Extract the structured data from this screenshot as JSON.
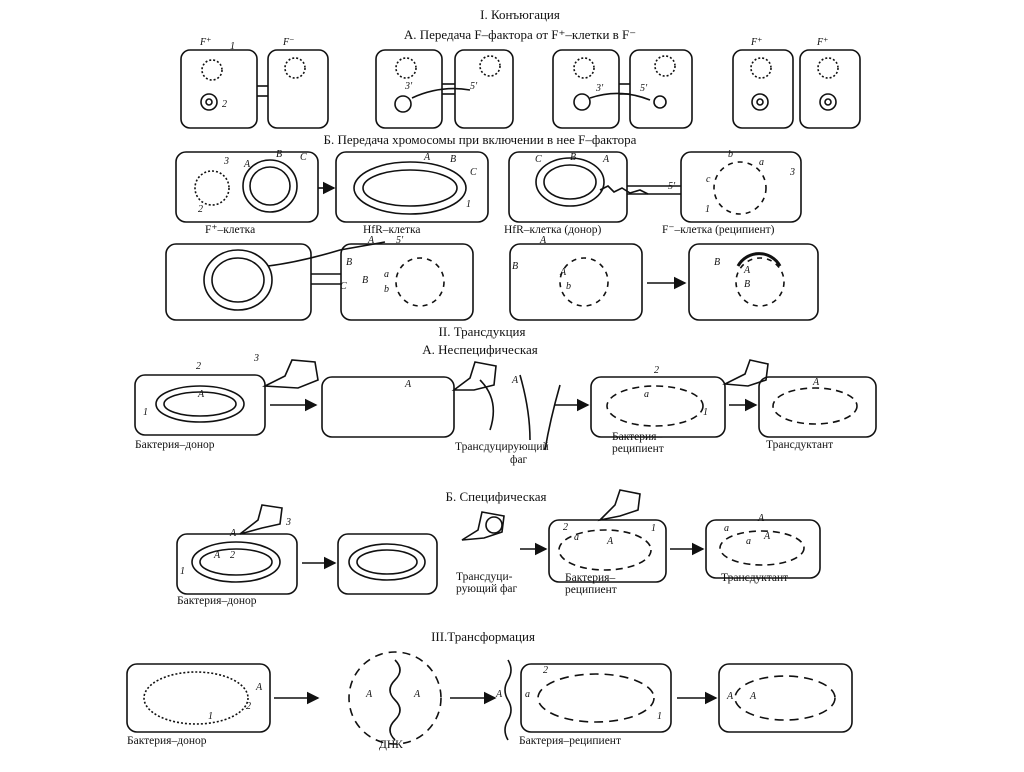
{
  "sections": {
    "conjugation": "I. Конъюгация",
    "transfer_f": "А. Передача F–фактора от F⁺–клетки в F⁻",
    "transfer_chrom": "Б. Передача хромосомы при включении в нее F–фактора",
    "transduction": "II. Трансдукция",
    "nonspecific": "А. Неспецифическая",
    "specific": "Б. Специфическая",
    "transformation": "III.Трансформация"
  },
  "labels": {
    "f_plus": "F⁺",
    "f_minus": "F⁻",
    "f_plus_cell": "F⁺–клетка",
    "hfr_cell": "HfR–клетка",
    "hfr_donor": "HfR–клетка (донор)",
    "f_minus_recipient": "F⁻–клетка (реципиент)",
    "donor_bacterium": "Бактерия–донор",
    "transducing_phage_1": "Трансдуцирующий",
    "phage": "фаг",
    "recipient_bacterium_1": "Бактерия–",
    "recipient_bacterium_2": "реципиент",
    "transductant": "Трансдуктант",
    "transducing_phage_2a": "Трансдуци-",
    "transducing_phage_2b": "рующий фаг",
    "dna": "ДНК",
    "recipient_bacterium": "Бактерия–реципиент"
  },
  "marks": {
    "n1": "1",
    "n2": "2",
    "n3": "3",
    "three_prime": "3'",
    "five_prime": "5'",
    "A": "A",
    "B": "B",
    "C": "C",
    "a": "a",
    "b": "b",
    "c": "c"
  }
}
